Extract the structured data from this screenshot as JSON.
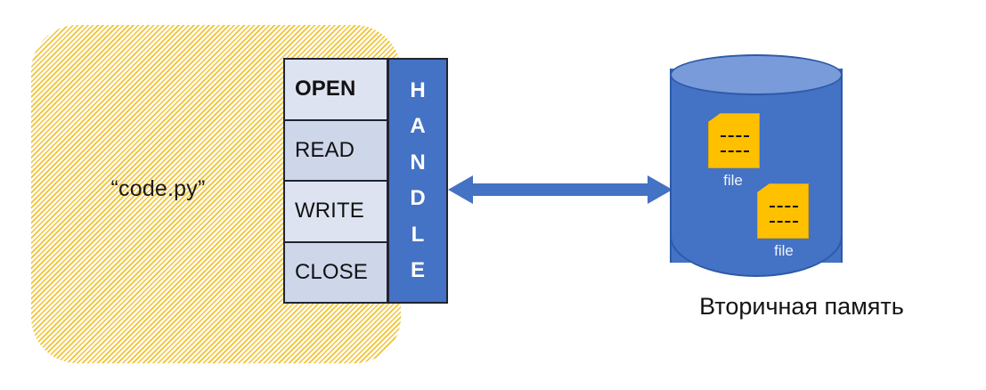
{
  "diagram": {
    "title": "File handle / secondary memory diagram",
    "program": {
      "label": "“code.py”",
      "region_name": "program-region",
      "fill_color": "#f2c230",
      "pattern": "diagonal-hatch"
    },
    "operations": {
      "name": "file-operation-table",
      "cells": [
        {
          "label": "OPEN",
          "bold": true,
          "tone": "tone-a"
        },
        {
          "label": "READ",
          "bold": false,
          "tone": "tone-b"
        },
        {
          "label": "WRITE",
          "bold": false,
          "tone": "tone-a"
        },
        {
          "label": "CLOSE",
          "bold": false,
          "tone": "tone-b"
        }
      ]
    },
    "handle": {
      "word": "HANDLE",
      "letters": [
        "H",
        "A",
        "N",
        "D",
        "L",
        "E"
      ],
      "fill_color": "#4472c4",
      "text_color": "#ffffff"
    },
    "arrow": {
      "name": "bidirectional-transfer-arrow",
      "direction": "bidirectional",
      "color": "#4472c4"
    },
    "storage": {
      "name": "secondary-memory-cylinder",
      "caption": "Вторичная память",
      "body_color": "#4472c4",
      "top_color": "#7a9bda",
      "border_color": "#2d5aa8",
      "files": [
        {
          "caption": "file",
          "fill_color": "#ffc000",
          "lines": 2
        },
        {
          "caption": "file",
          "fill_color": "#ffc000",
          "lines": 2
        }
      ]
    }
  }
}
